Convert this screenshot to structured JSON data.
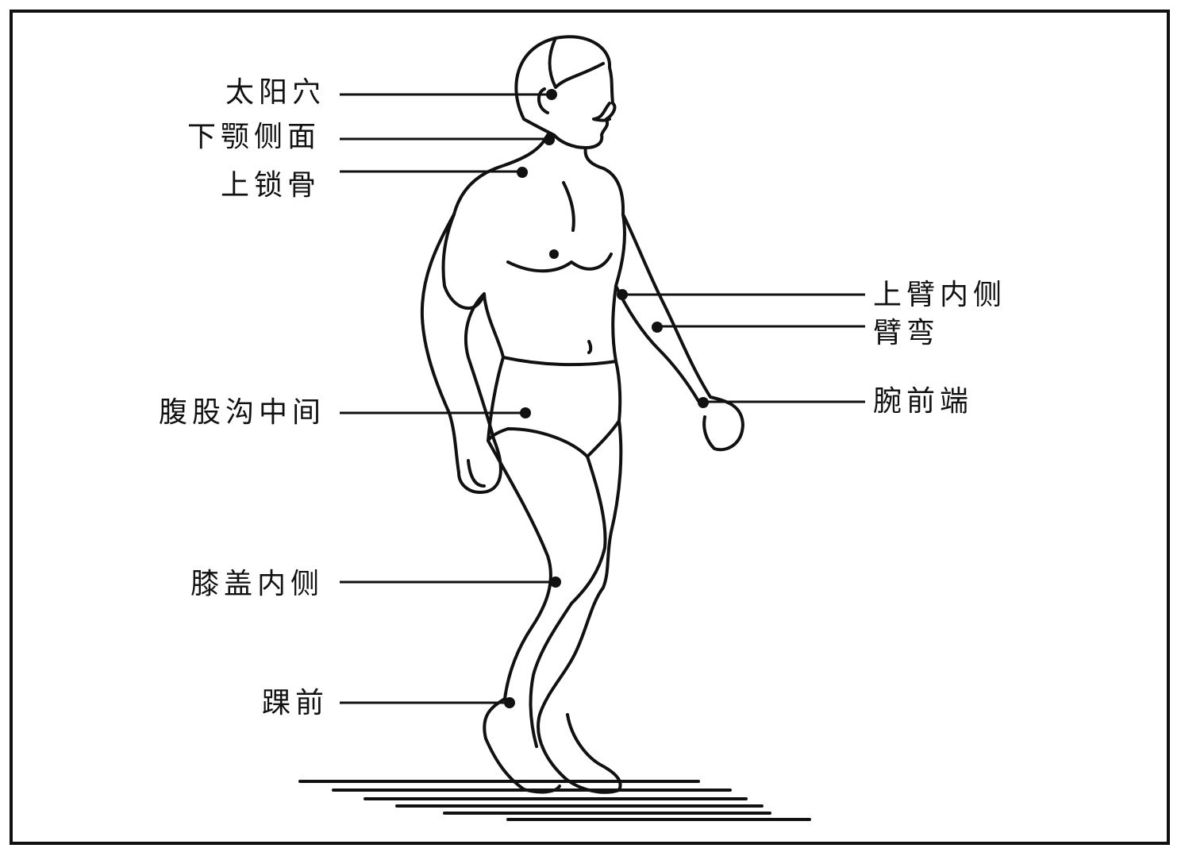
{
  "labels": {
    "temple": "太阳穴",
    "lower_jaw_side": "下颚侧面",
    "supraclavicle": "上锁骨",
    "groin_middle": "腹股沟中间",
    "knee_inner": "膝盖内侧",
    "ankle_front": "踝前",
    "upper_arm_inner": "上臂内侧",
    "elbow_bend": "臂弯",
    "wrist_front": "腕前端"
  },
  "colors": {
    "ink": "#111111",
    "background": "#ffffff"
  }
}
